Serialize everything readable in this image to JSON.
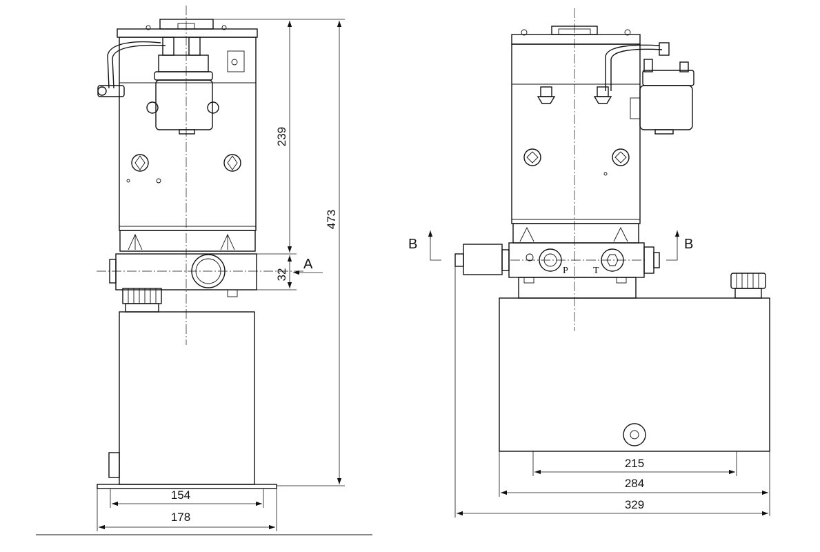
{
  "left_view": {
    "dim_overall_height": "473",
    "dim_motor_height": "239",
    "dim_port": "32",
    "dim_inner_width": "154",
    "dim_outer_width": "178",
    "section_label": "A"
  },
  "right_view": {
    "dim_bolt_span": "215",
    "dim_tank_width": "284",
    "dim_total_width": "329",
    "section_label_left": "B",
    "section_label_right": "B",
    "port_p": "P",
    "port_t": "T"
  }
}
